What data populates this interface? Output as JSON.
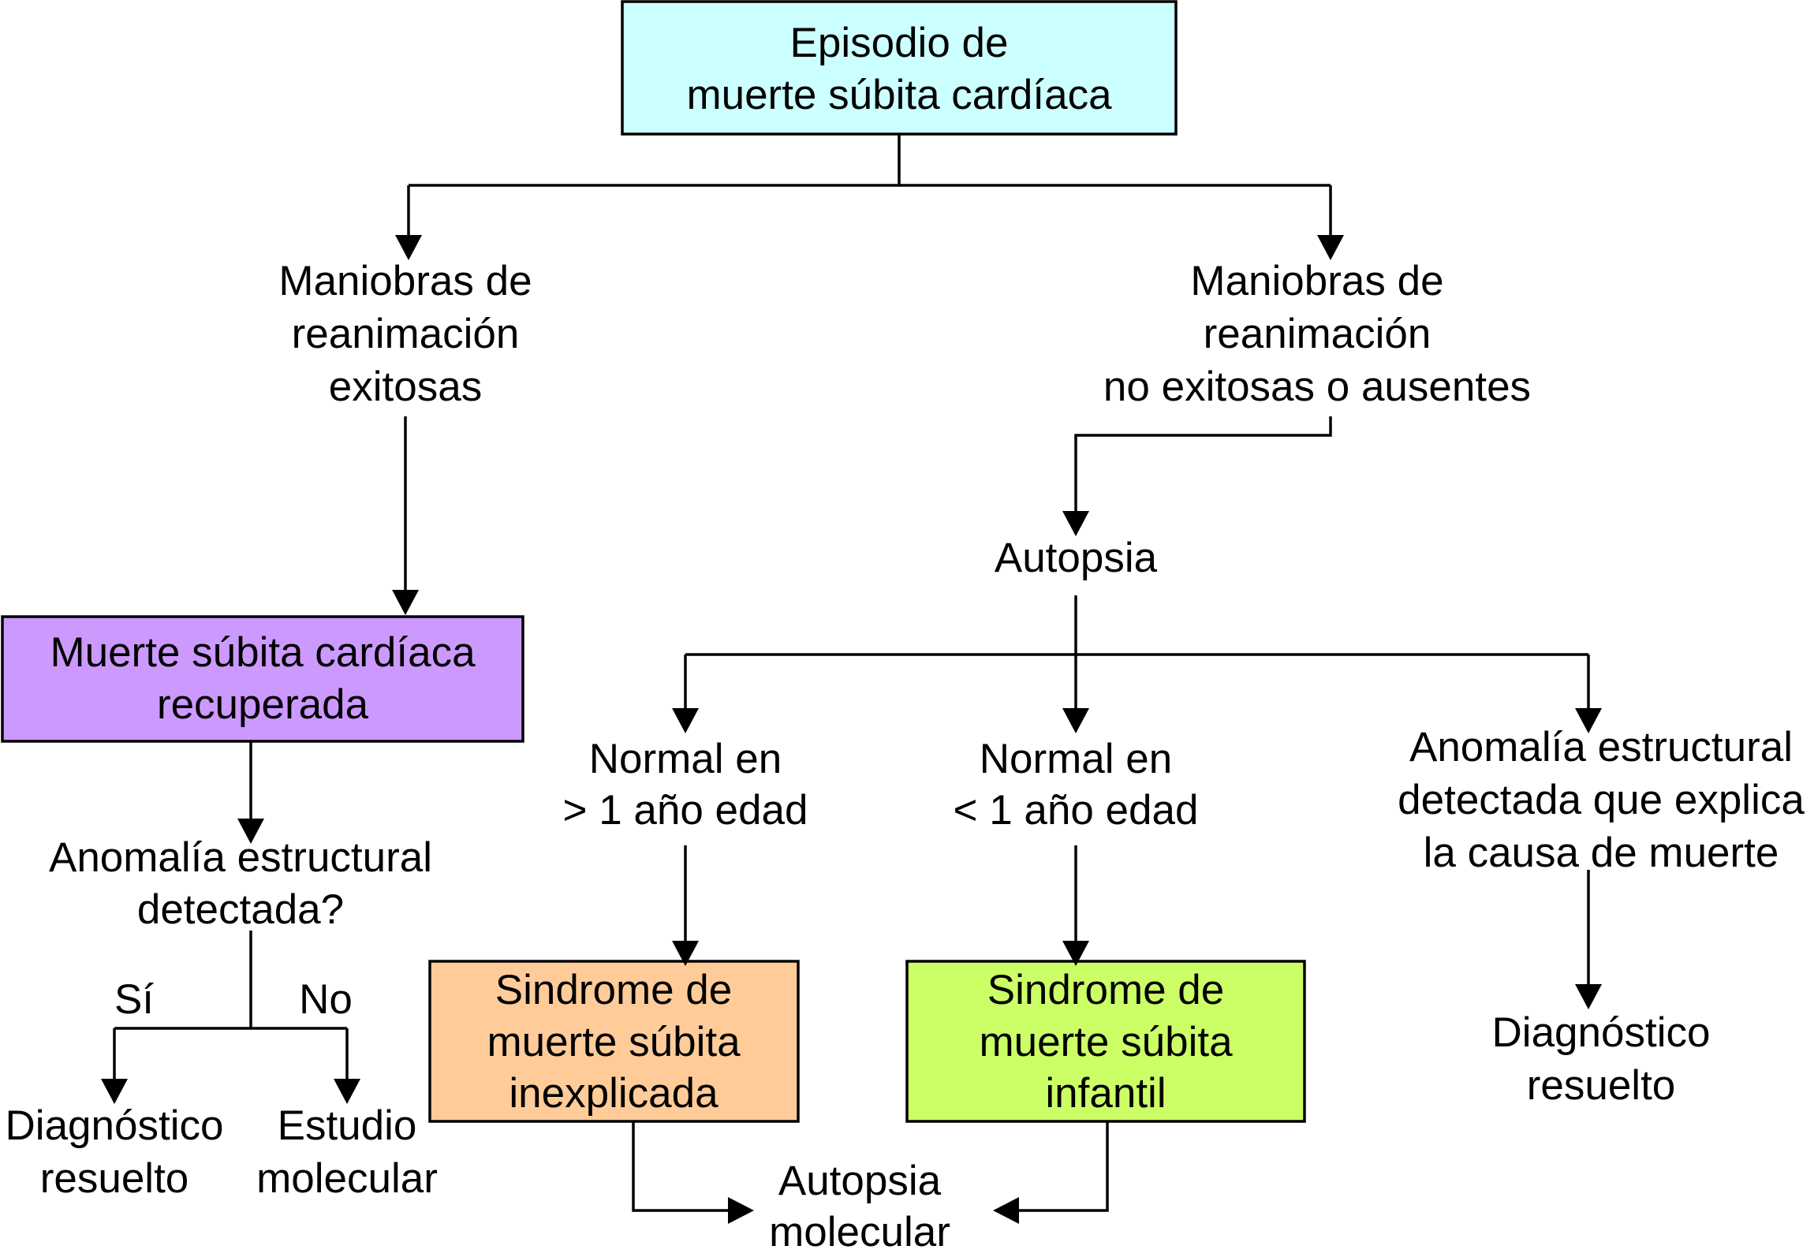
{
  "colors": {
    "start": "#ccffff",
    "recovered": "#cc99ff",
    "unexplained": "#ffcc99",
    "infant": "#ccff66",
    "line": "#000000"
  },
  "nodes": {
    "start": [
      "Episodio de",
      "muerte súbita cardíaca"
    ],
    "resus_success": [
      "Maniobras de",
      "reanimación",
      "exitosas"
    ],
    "resus_fail": [
      "Maniobras de",
      "reanimación",
      "no exitosas o ausentes"
    ],
    "autopsy": [
      "Autopsia"
    ],
    "recovered": [
      "Muerte súbita cardíaca",
      "recuperada"
    ],
    "structural_question": [
      "Anomalía estructural",
      "detectada?"
    ],
    "yes_label": "Sí",
    "no_label": "No",
    "diagnosis_left": [
      "Diagnóstico",
      "resuelto"
    ],
    "molecular_study": [
      "Estudio",
      "molecular"
    ],
    "normal_over_1": [
      "Normal en",
      "> 1 año edad"
    ],
    "normal_under_1": [
      "Normal en",
      "< 1 año edad"
    ],
    "structural_found": [
      "Anomalía estructural",
      "detectada que explica",
      "la causa de muerte"
    ],
    "unexplained_syndrome": [
      "Sindrome de",
      "muerte súbita",
      "inexplicada"
    ],
    "infant_syndrome": [
      "Sindrome de",
      "muerte súbita",
      "infantil"
    ],
    "molecular_autopsy": [
      "Autopsia",
      "molecular"
    ],
    "diagnosis_right": [
      "Diagnóstico",
      "resuelto"
    ]
  }
}
